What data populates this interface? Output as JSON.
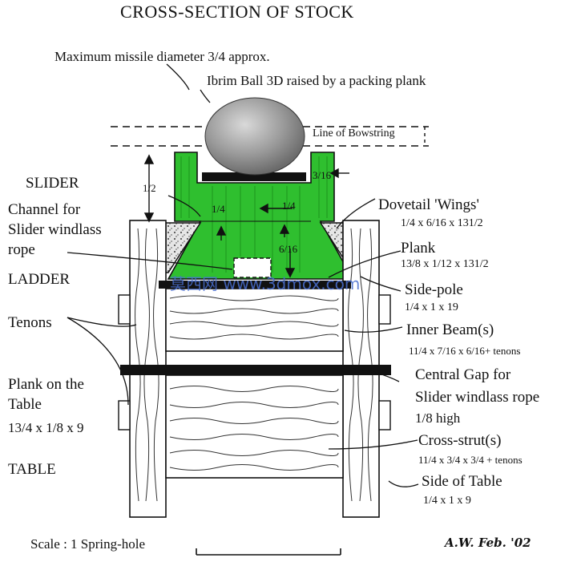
{
  "title": "CROSS-SECTION OF STOCK",
  "annotations": {
    "missile": "Maximum missile diameter 3/4 approx.",
    "ball": "Ibrim Ball 3D raised by a packing plank",
    "bowstring": "Line of Bowstring",
    "slider": "SLIDER",
    "channel_1": "Channel for",
    "channel_2": "Slider windlass",
    "channel_3": "rope",
    "ladder": "LADDER",
    "tenons": "Tenons",
    "plank_table_1": "Plank on the",
    "plank_table_2": "Table",
    "plank_table_dims": "13/4 x 1/8 x 9",
    "table": "TABLE",
    "dovetail": "Dovetail 'Wings'",
    "dovetail_dims": "1/4 x 6/16 x 131/2",
    "plank": "Plank",
    "plank_dims": "13/8 x 1/12 x 131/2",
    "sidepole": "Side-pole",
    "sidepole_dims": "1/4 x 1 x 19",
    "inner_beam": "Inner Beam(s)",
    "inner_beam_dims": "11/4 x 7/16 x 6/16+ tenons",
    "central_gap_1": "Central Gap for",
    "central_gap_2": "Slider windlass rope",
    "central_gap_3": "1/8 high",
    "crossstrut": "Cross-strut(s)",
    "crossstrut_dims": "11/4 x 3/4 x 3/4 + tenons",
    "side_table": "Side of Table",
    "side_table_dims": "1/4 x 1 x 9",
    "scale": "Scale : 1 Spring-hole",
    "signature": "A.W. Feb. '02",
    "watermark": "莫西网 www.3dmox.com"
  },
  "dimensions": {
    "d_half": "1/2",
    "d_316": "3/16",
    "d_quarter_left": "1/4",
    "d_quarter_right": "1/4",
    "d_616": "6/16"
  },
  "colors": {
    "slider_green": "#2fbf2f",
    "slider_dark": "#1a8a1a",
    "ink": "#111111",
    "watermark": "#4a6fd1"
  }
}
